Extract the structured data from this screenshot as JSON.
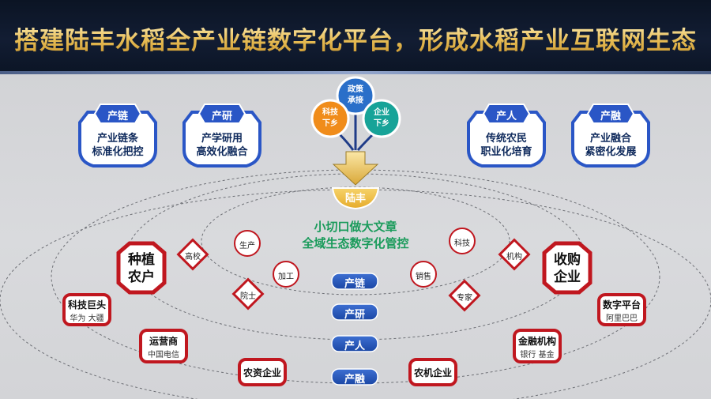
{
  "title": "搭建陆丰水稻全产业链数字化平台，形成水稻产业互联网生态",
  "top_circles": [
    {
      "line1": "政策",
      "line2": "承接"
    },
    {
      "line1": "科技",
      "line2": "下乡"
    },
    {
      "line1": "企业",
      "line2": "下乡"
    }
  ],
  "bowl_label": "陆丰",
  "badges": [
    {
      "tag": "产链",
      "line1": "产业链条",
      "line2": "标准化把控"
    },
    {
      "tag": "产研",
      "line1": "产学研用",
      "line2": "高效化融合"
    },
    {
      "tag": "产人",
      "line1": "传统农民",
      "line2": "职业化培育"
    },
    {
      "tag": "产融",
      "line1": "产业融合",
      "line2": "紧密化发展"
    }
  ],
  "core_text": {
    "line1": "小切口做大文章",
    "line2": "全域生态数字化管控"
  },
  "ring_labels": [
    "产链",
    "产研",
    "产人",
    "产融"
  ],
  "inner_nodes": {
    "shengchan": "生产",
    "jiagong": "加工",
    "xiaoshou": "销售",
    "keji": "科技"
  },
  "diamond_nodes": {
    "gaoxiao": "高校",
    "yuanshi": "院士",
    "jigou": "机构",
    "zhuanjia": "专家"
  },
  "hex_nodes": {
    "left": {
      "line1": "种植",
      "line2": "农户"
    },
    "right": {
      "line1": "收购",
      "line2": "企业"
    }
  },
  "outer_boxes": {
    "keji_jutou": {
      "main": "科技巨头",
      "sub": "华为 大疆"
    },
    "yunyingshang": {
      "main": "运营商",
      "sub": "中国电信"
    },
    "nongzi": {
      "main": "农资企业"
    },
    "nongji": {
      "main": "农机企业"
    },
    "jinrong": {
      "main": "金融机构",
      "sub": "银行 基金"
    },
    "shuzi_pingtai": {
      "main": "数字平台",
      "sub": "阿里巴巴"
    }
  },
  "colors": {
    "navy": "#1f3c88",
    "badge_blue": "#2a56c6",
    "red": "#c0171f",
    "gold": "#e3b23c",
    "green_text": "#1a9b5b",
    "circle_orange": "#f08c1a",
    "circle_blue": "#2a6fc9",
    "circle_teal": "#17a398"
  }
}
